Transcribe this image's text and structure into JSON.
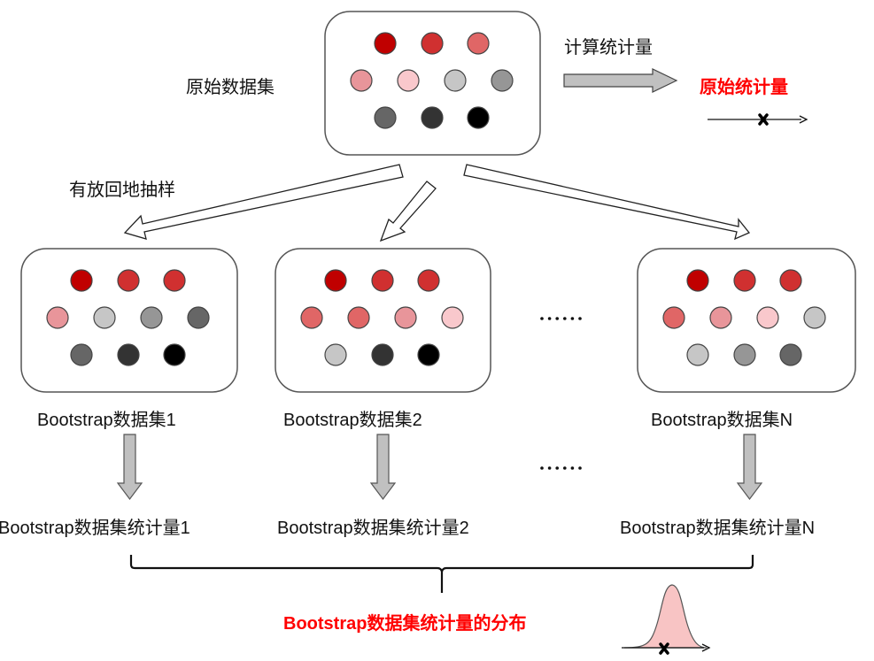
{
  "original": {
    "label": "原始数据集",
    "compute_label": "计算统计量",
    "stat_label": "原始统计量",
    "balls": [
      [
        "#c00000",
        "#d03030",
        "#e06666"
      ],
      [
        "#e8959a",
        "#f9c8cc",
        "#c6c6c6",
        "#969696"
      ],
      [
        "#666666",
        "#333333",
        "#000000"
      ]
    ]
  },
  "sampling_label": "有放回地抽样",
  "bootstrap_sets": [
    {
      "label": "Bootstrap数据集1",
      "stat_label": "Bootstrap数据集统计量1",
      "balls": [
        [
          "#c00000",
          "#d03030",
          "#d03030"
        ],
        [
          "#e8959a",
          "#c6c6c6",
          "#969696",
          "#666666"
        ],
        [
          "#666666",
          "#333333",
          "#000000"
        ]
      ]
    },
    {
      "label": "Bootstrap数据集2",
      "stat_label": "Bootstrap数据集统计量2",
      "balls": [
        [
          "#c00000",
          "#d03030",
          "#d03030"
        ],
        [
          "#e06666",
          "#e06666",
          "#e8959a",
          "#f9c8cc"
        ],
        [
          "#c6c6c6",
          "#333333",
          "#000000"
        ]
      ]
    },
    {
      "label": "Bootstrap数据集N",
      "stat_label": "Bootstrap数据集统计量N",
      "balls": [
        [
          "#c00000",
          "#d03030",
          "#d03030"
        ],
        [
          "#e06666",
          "#e8959a",
          "#f9c8cc",
          "#c6c6c6"
        ],
        [
          "#c6c6c6",
          "#969696",
          "#666666"
        ]
      ]
    }
  ],
  "ellipsis": "……",
  "distribution_label": "Bootstrap数据集统计量的分布",
  "colors": {
    "accent_red": "#ff0000",
    "arrow_fill": "#c0c0c0",
    "box_border": "#555555",
    "curve_fill": "#f8c4c4"
  }
}
